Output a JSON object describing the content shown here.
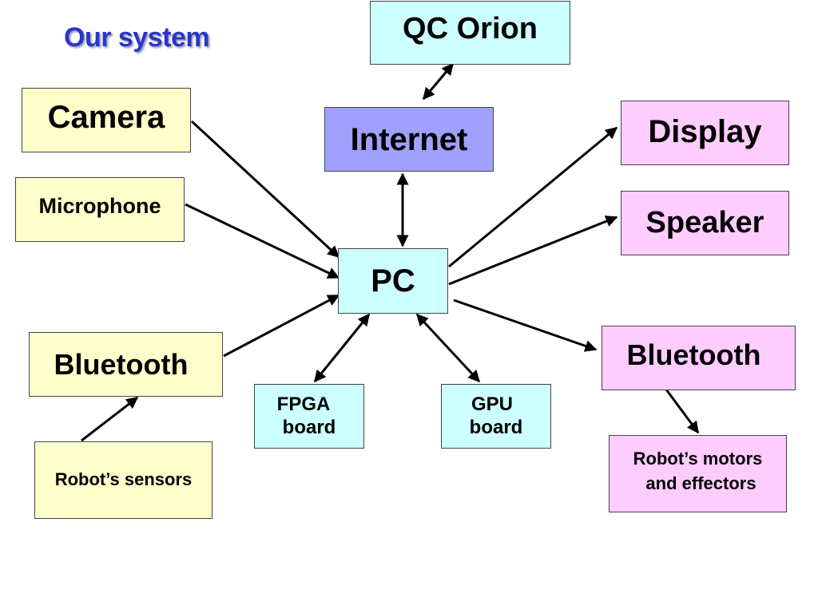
{
  "title": "Our system",
  "nodes": {
    "qc_orion": "QC Orion",
    "internet": "Internet",
    "camera": "Camera",
    "microphone": "Microphone",
    "pc": "PC",
    "display": "Display",
    "speaker": "Speaker",
    "bluetooth_in": "Bluetooth",
    "bluetooth_out": "Bluetooth",
    "fpga_line1": "FPGA",
    "fpga_line2": "board",
    "gpu_line1": "GPU",
    "gpu_line2": "board",
    "robot_sensors": "Robot’s sensors",
    "robot_motors_line1": "Robot’s motors",
    "robot_motors_line2": "and effectors"
  },
  "colors": {
    "title": "#2a35c8",
    "yellow": "#ffffcc",
    "cyan": "#ccffff",
    "pink": "#ffccff",
    "blue": "#a0a0ff"
  }
}
